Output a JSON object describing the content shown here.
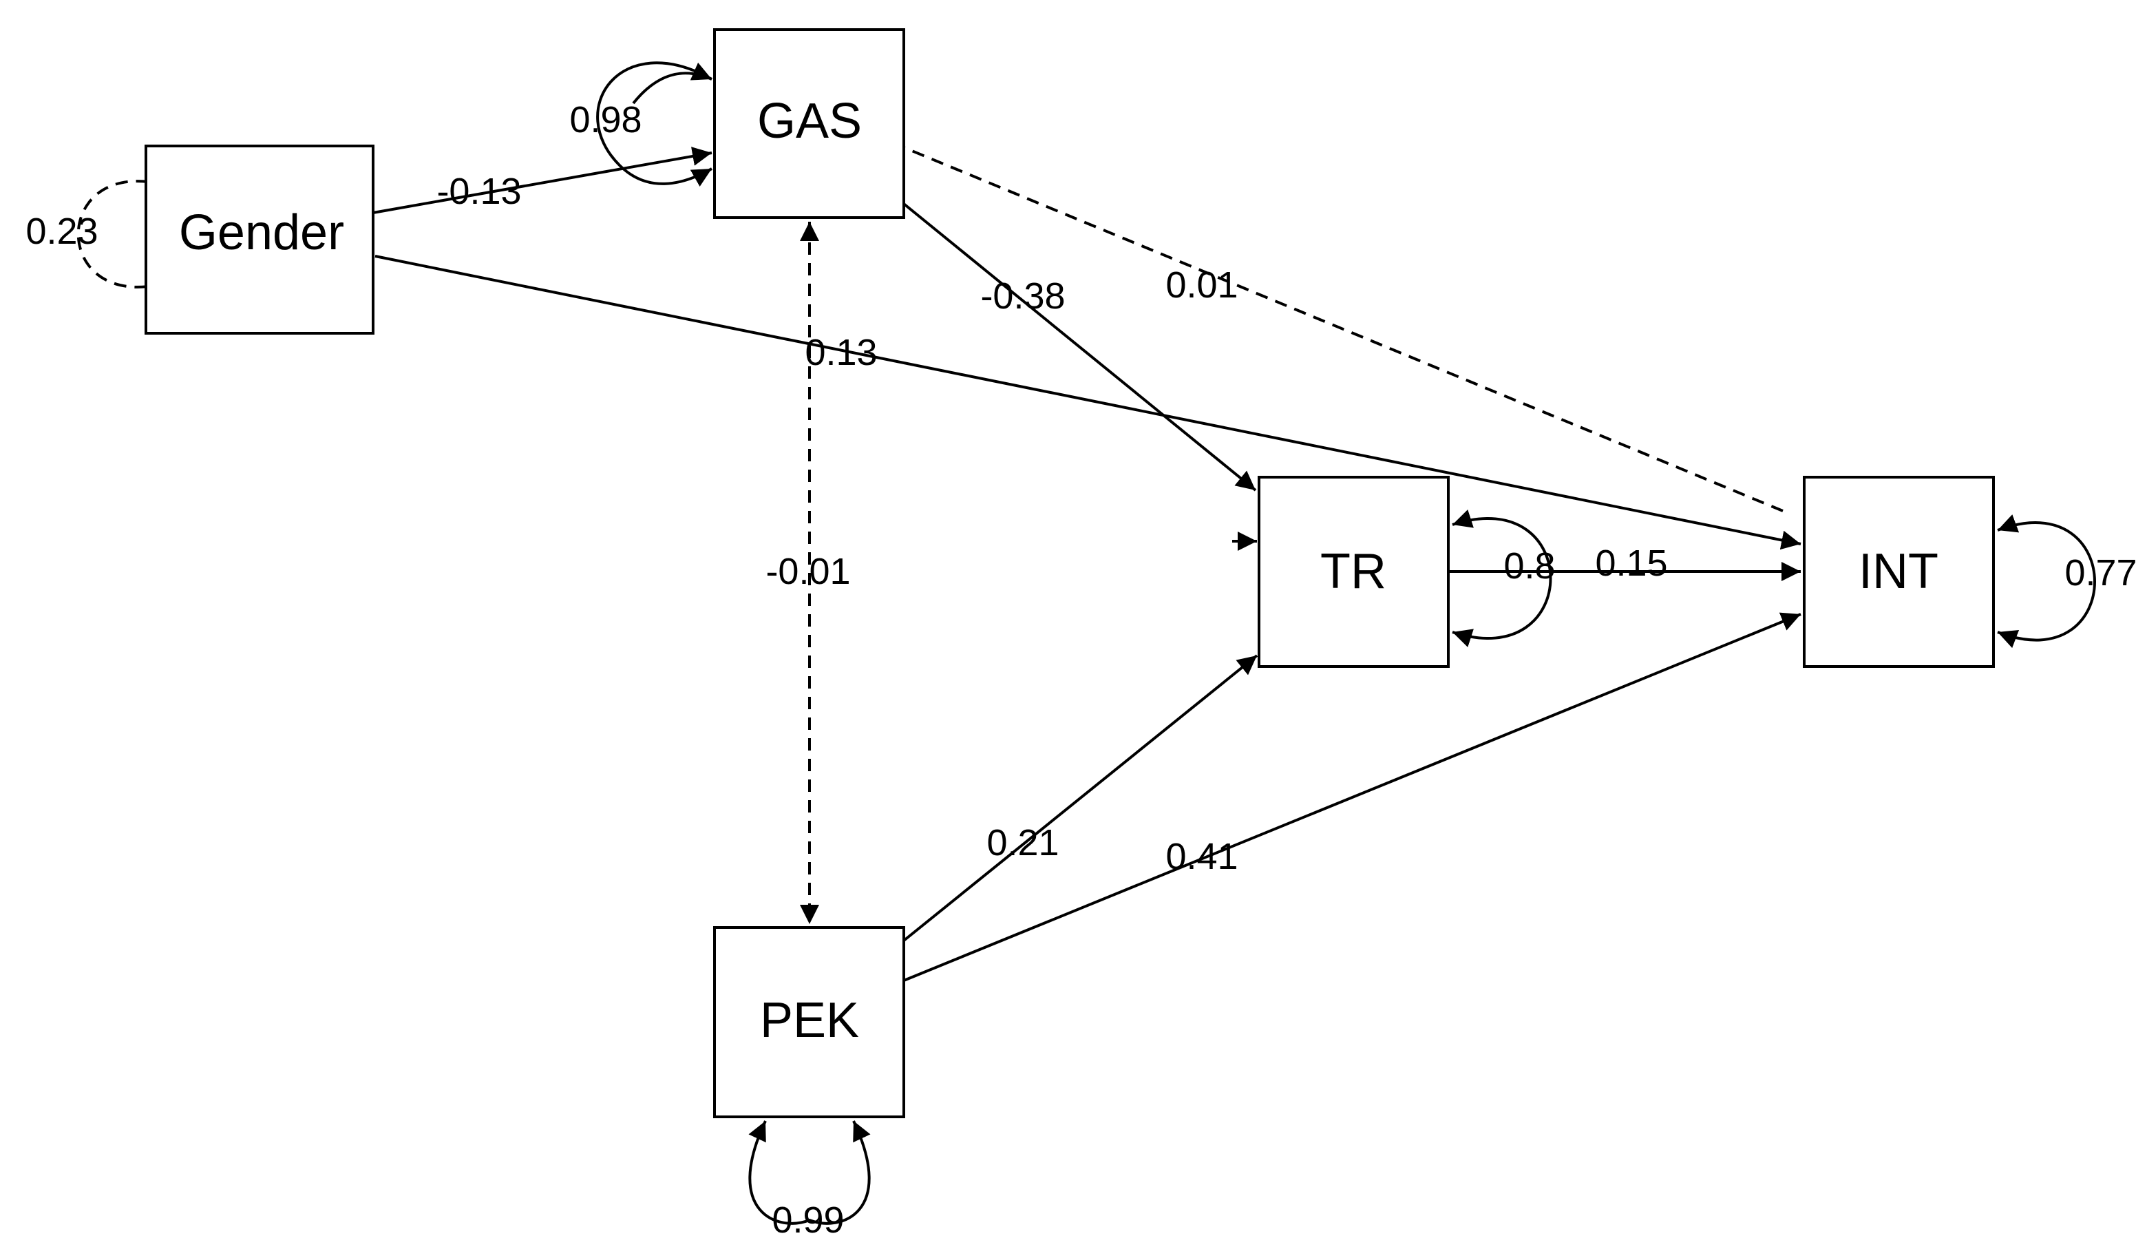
{
  "nodes": {
    "gender": "Gender",
    "gas": "GAS",
    "tr": "TR",
    "int": "INT",
    "pek": "PEK"
  },
  "paths": {
    "gender_to_gas": "-0.13",
    "gender_to_int": "0.13",
    "gas_to_tr": "-0.38",
    "gas_to_int": "0.01",
    "gas_pek_cov": "-0.01",
    "pek_to_tr": "0.21",
    "pek_to_int": "0.41",
    "tr_to_int": "0.15"
  },
  "variances": {
    "gender": "0.23",
    "gas": "0.98",
    "tr": "0.8",
    "int": "0.77",
    "pek": "0.99"
  },
  "colors": {
    "line": "#000000",
    "node_fill": "#ffffff"
  }
}
